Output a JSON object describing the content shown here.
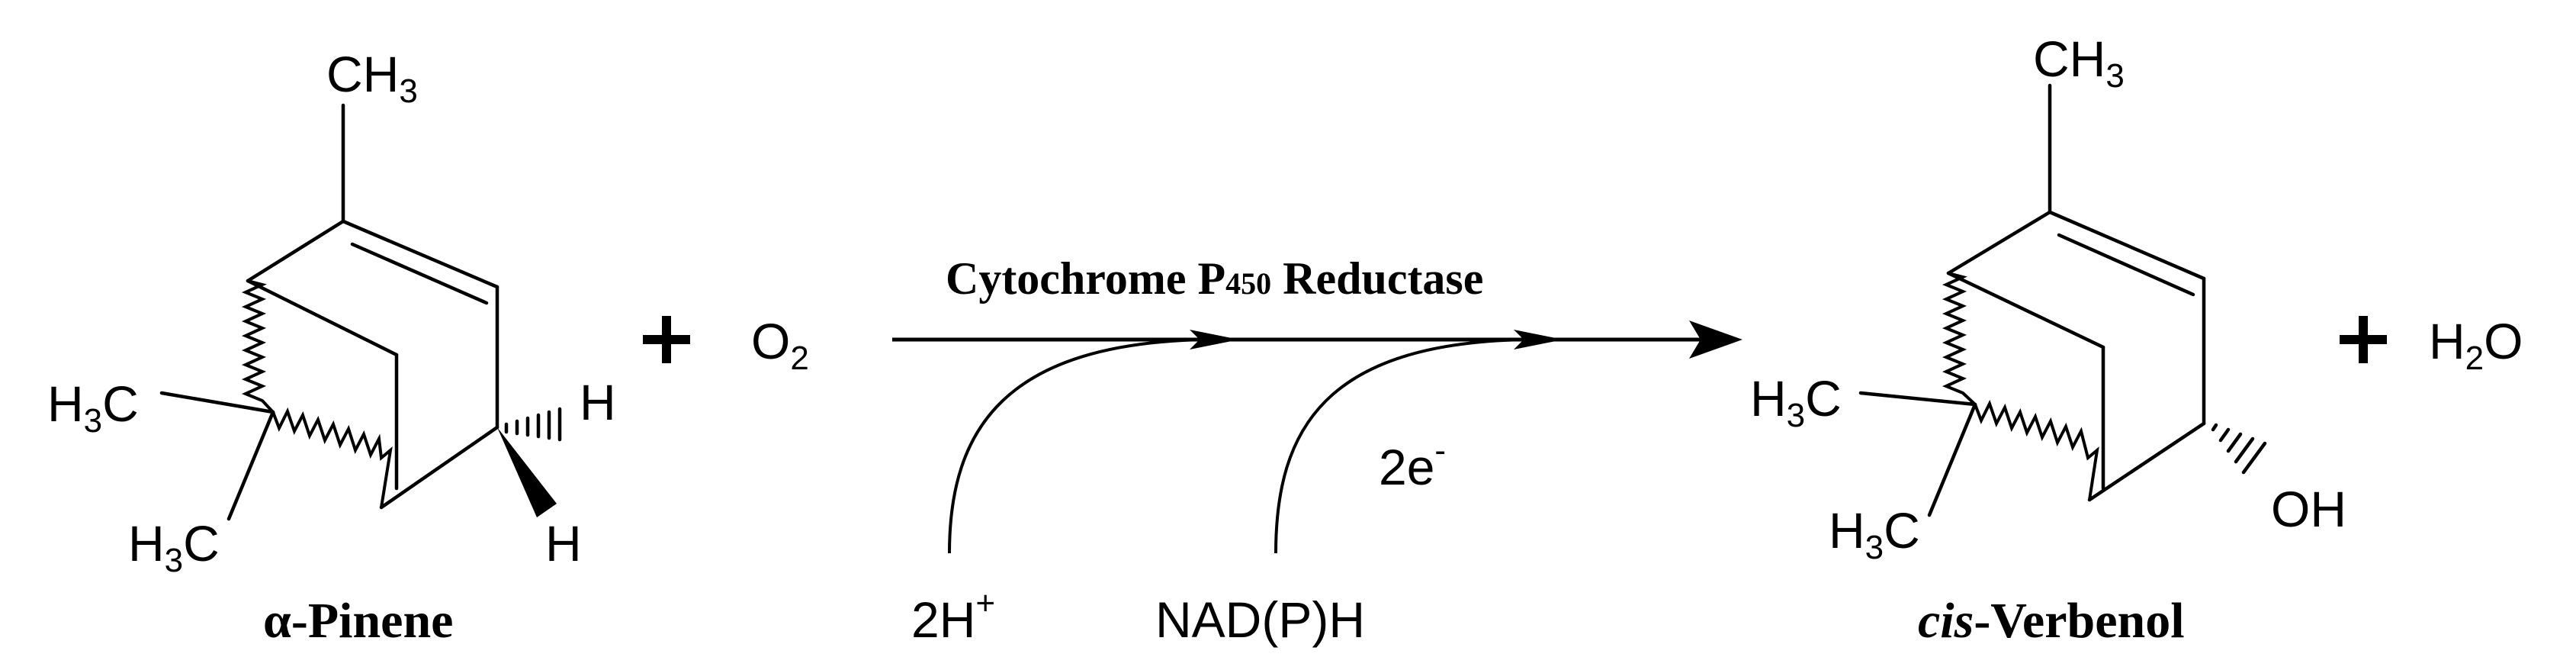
{
  "reactant": {
    "name_greek": "α",
    "name_rest": "-Pinene",
    "labels": {
      "ch3_top": "CH",
      "ch3_top_sub": "3",
      "h3c_left_pre": "H",
      "h3c_left_sub": "3",
      "h3c_left_post": "C",
      "h3c_bottom_pre": "H",
      "h3c_bottom_sub": "3",
      "h3c_bottom_post": "C",
      "h_hash": "H",
      "h_wedge": "H"
    }
  },
  "oxygen": {
    "symbol": "O",
    "sub": "2"
  },
  "enzyme": {
    "main": "Cytochrome P",
    "sub": "450",
    "rest": " Reductase"
  },
  "cofactors": {
    "protons": "2H",
    "protons_sup": "+",
    "nadph": "NAD(P)H",
    "electrons": "2e",
    "electrons_sup": "-"
  },
  "product": {
    "name_italic": "cis",
    "name_rest": "-Verbenol",
    "labels": {
      "ch3_top": "CH",
      "ch3_top_sub": "3",
      "h3c_left_pre": "H",
      "h3c_left_sub": "3",
      "h3c_left_post": "C",
      "h3c_bottom_pre": "H",
      "h3c_bottom_sub": "3",
      "h3c_bottom_post": "C",
      "oh": "OH"
    }
  },
  "water": {
    "pre": "H",
    "sub": "2",
    "post": "O"
  }
}
